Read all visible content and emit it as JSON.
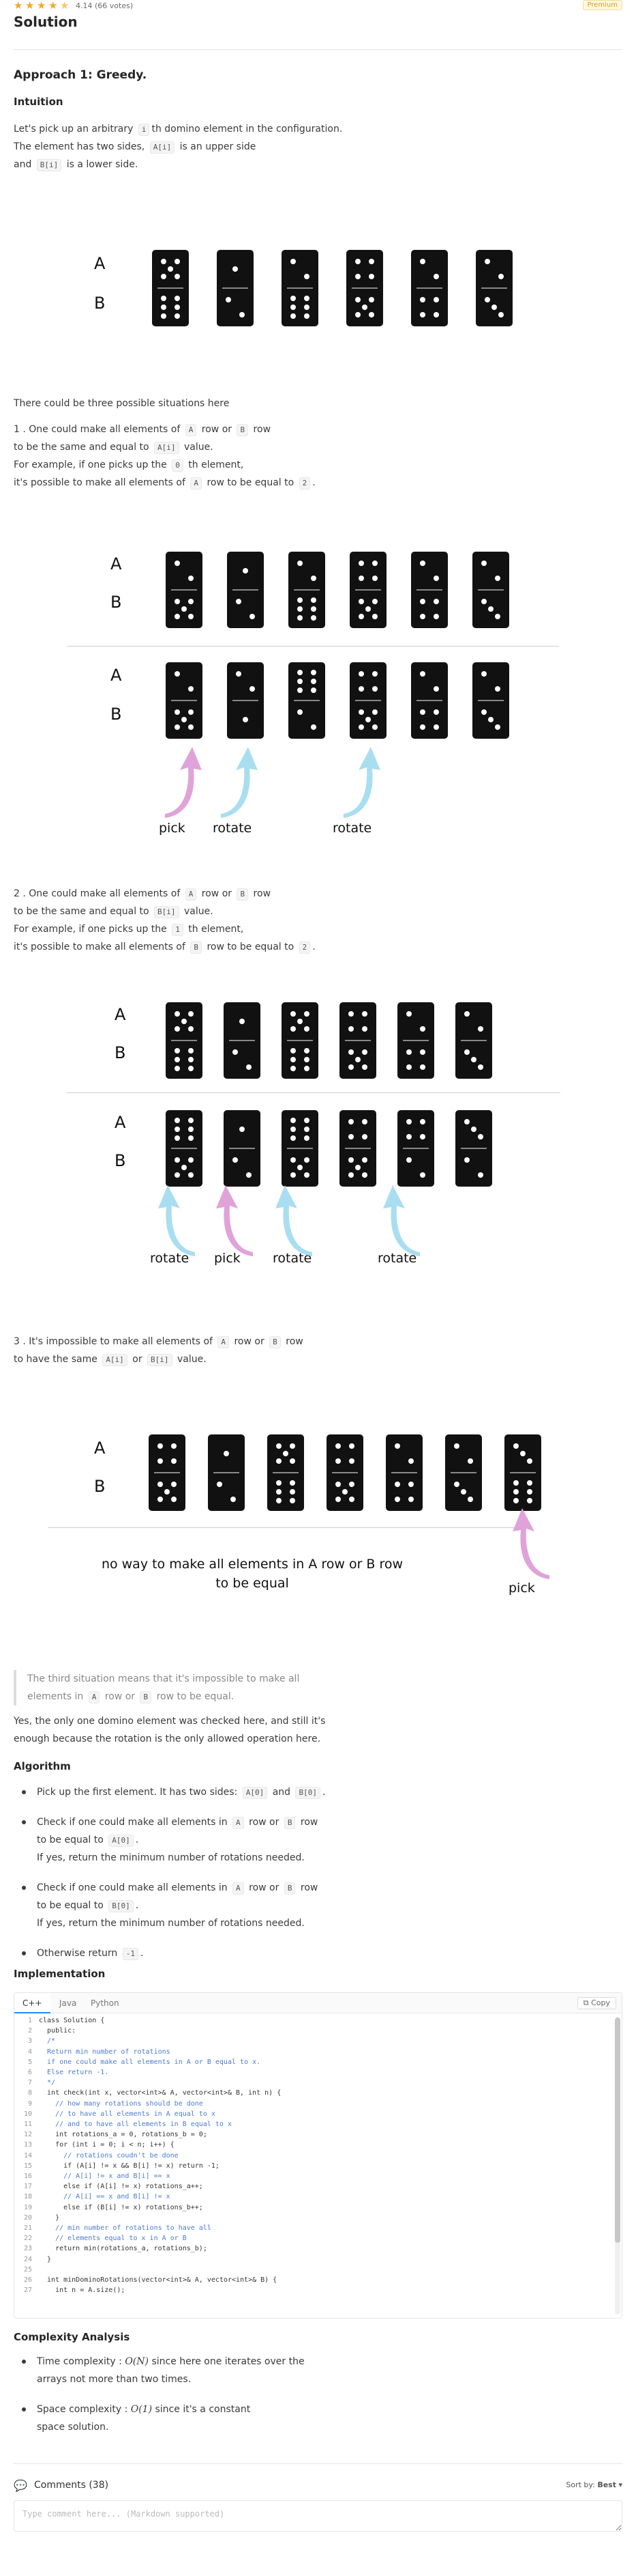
{
  "header": {
    "rating": "4.14",
    "votes": "(66 votes)",
    "premium": "Premium",
    "title": "Solution"
  },
  "approach": {
    "title": "Approach 1: Greedy.",
    "intuition": "Intuition",
    "intro_1": "Let's pick up an arbitrary",
    "intro_code_i": "i",
    "intro_2": "th domino element in the configuration.",
    "intro_3": "The element has two sides,",
    "intro_code_ai": "A[i]",
    "intro_4": "is an upper side",
    "intro_5": "and",
    "intro_code_bi": "B[i]",
    "intro_6": "is a lower side."
  },
  "figure_labels": {
    "a": "A",
    "b": "B"
  },
  "situations": {
    "lead": "There could be three possible situations here",
    "s1_l1a": "1 . One could make all elements of",
    "s1_l1b": "row or",
    "s1_l2a": "to be the same and equal to",
    "s1_l2b": "value.",
    "s1_l3a": "For example, if one picks up the",
    "s1_l3b": "th element,",
    "s1_l4a": "it's possible to make all elements of",
    "s1_l4b": "row to be equal to",
    "s2_l1a": "2 . One could make all elements of",
    "s2_l1b": "row or",
    "s2_l2a": "to be the same and equal to",
    "s2_l2b": "value.",
    "s2_l3a": "For example, if one picks up the",
    "s2_l3b": "th element,",
    "s2_l4a": "it's possible to make all elements of",
    "s2_l4b": "row to be equal to",
    "s3_l1a": "3 . It's impossible to make all elements of",
    "s3_l1b": "row or",
    "s3_l1c": "row",
    "s3_l2a": "to have the same",
    "s3_l2b": "or",
    "s3_l2c": "value.",
    "code_A": "A",
    "code_B": "B",
    "code_Ai": "A[i]",
    "code_Bi": "B[i]",
    "code_0": "0",
    "code_1": "1",
    "code_2": "2"
  },
  "fig2": {
    "pick": "pick",
    "rotate1": "rotate",
    "rotate2": "rotate"
  },
  "fig3": {
    "rotate1": "rotate",
    "pick": "pick",
    "rotate2": "rotate",
    "rotate3": "rotate"
  },
  "fig4": {
    "msg1": "no way to make all elements in A row or B row",
    "msg2": "to be equal",
    "pick": "pick"
  },
  "quote": {
    "l1": "The third situation means that it's impossible to make all",
    "l2a": "elements in",
    "l2b": "row or",
    "l2c": "row to be equal."
  },
  "conclusion": {
    "l1": "Yes, the only one domino element was checked here, and still it's",
    "l2": "enough because the rotation is the only allowed operation here."
  },
  "algorithm": {
    "title": "Algorithm",
    "i1a": "Pick up the first element. It has two sides:",
    "i1_code1": "A[0]",
    "i1b": "and",
    "i1_code2": "B[0]",
    "i2a": "Check if one could make all elements in",
    "i2b": "row or",
    "i2c": "row",
    "i2d": "to be equal to",
    "i2_code": "A[0]",
    "i2e": "If yes, return the minimum number of rotations needed.",
    "i3a": "Check if one could make all elements in",
    "i3b": "row or",
    "i3c": "row",
    "i3d": "to be equal to",
    "i3_code": "B[0]",
    "i3e": "If yes, return the minimum number of rotations needed.",
    "i4a": "Otherwise return",
    "i4_code": "-1"
  },
  "implementation": {
    "title": "Implementation",
    "tabs": [
      "C++",
      "Java",
      "Python"
    ],
    "copy": "Copy",
    "lines": [
      {
        "n": "1",
        "t": "class Solution {",
        "c": false
      },
      {
        "n": "2",
        "t": "  public:",
        "c": false
      },
      {
        "n": "3",
        "t": "  /*",
        "c": true
      },
      {
        "n": "4",
        "t": "  Return min number of rotations",
        "c": true
      },
      {
        "n": "5",
        "t": "  if one could make all elements in A or B equal to x.",
        "c": true
      },
      {
        "n": "6",
        "t": "  Else return -1.",
        "c": true
      },
      {
        "n": "7",
        "t": "  */",
        "c": true
      },
      {
        "n": "8",
        "t": "  int check(int x, vector<int>& A, vector<int>& B, int n) {",
        "c": false
      },
      {
        "n": "9",
        "t": "    // how many rotations should be done",
        "c": true
      },
      {
        "n": "10",
        "t": "    // to have all elements in A equal to x",
        "c": true
      },
      {
        "n": "11",
        "t": "    // and to have all elements in B equal to x",
        "c": true
      },
      {
        "n": "12",
        "t": "    int rotations_a = 0, rotations_b = 0;",
        "c": false
      },
      {
        "n": "13",
        "t": "    for (int i = 0; i < n; i++) {",
        "c": false
      },
      {
        "n": "14",
        "t": "      // rotations coudn't be done",
        "c": true
      },
      {
        "n": "15",
        "t": "      if (A[i] != x && B[i] != x) return -1;",
        "c": false
      },
      {
        "n": "16",
        "t": "      // A[i] != x and B[i] == x",
        "c": true
      },
      {
        "n": "17",
        "t": "      else if (A[i] != x) rotations_a++;",
        "c": false
      },
      {
        "n": "18",
        "t": "      // A[i] == x and B[i] != x",
        "c": true
      },
      {
        "n": "19",
        "t": "      else if (B[i] != x) rotations_b++;",
        "c": false
      },
      {
        "n": "20",
        "t": "    }",
        "c": false
      },
      {
        "n": "21",
        "t": "    // min number of rotations to have all",
        "c": true
      },
      {
        "n": "22",
        "t": "    // elements equal to x in A or B",
        "c": true
      },
      {
        "n": "23",
        "t": "    return min(rotations_a, rotations_b);",
        "c": false
      },
      {
        "n": "24",
        "t": "  }",
        "c": false
      },
      {
        "n": "25",
        "t": "",
        "c": false
      },
      {
        "n": "26",
        "t": "  int minDominoRotations(vector<int>& A, vector<int>& B) {",
        "c": false
      },
      {
        "n": "27",
        "t": "    int n = A.size();",
        "c": false
      }
    ]
  },
  "complexity": {
    "title": "Complexity Analysis",
    "time_a": "Time complexity :",
    "time_math": "O(N)",
    "time_b": "since here one iterates over the",
    "time_c": "arrays not more than two times.",
    "space_a": "Space complexity :",
    "space_math": "O(1)",
    "space_b": "since it's a constant",
    "space_c": "space solution."
  },
  "comments": {
    "label": "Comments (38)",
    "sort_label": "Sort by:",
    "sort_value": "Best",
    "placeholder": "Type comment here... (Markdown supported)"
  }
}
